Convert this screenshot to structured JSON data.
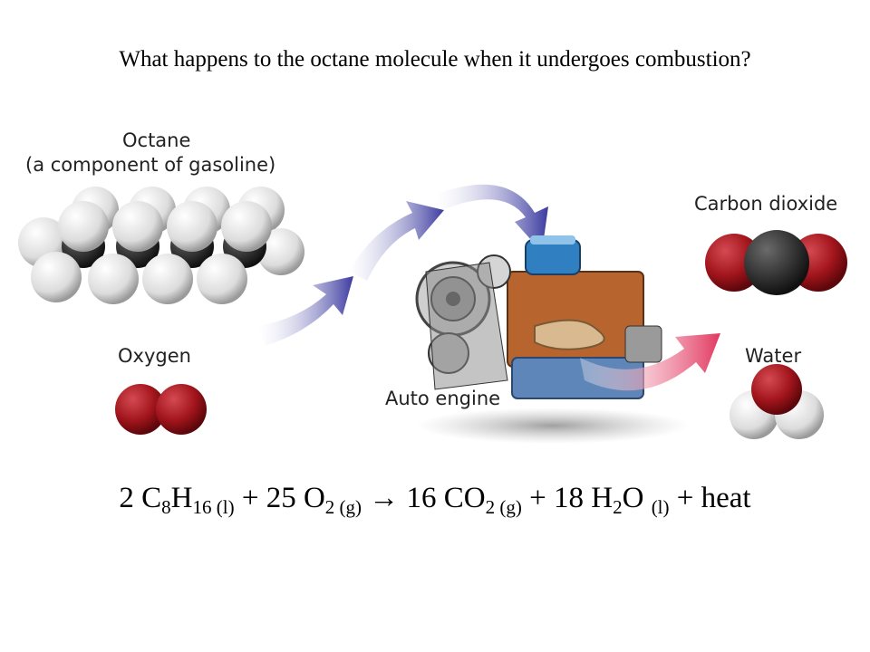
{
  "question": "What happens to the octane molecule when it undergoes combustion?",
  "labels": {
    "octane_title": "Octane",
    "octane_subtitle": "(a component of gasoline)",
    "oxygen": "Oxygen",
    "auto_engine": "Auto engine",
    "carbon_dioxide": "Carbon dioxide",
    "water": "Water"
  },
  "equation": {
    "coef1": "2 C",
    "c_sub": "8",
    "h": "H",
    "h_sub": "16",
    "state1": " (l)",
    "plus1": " + 25 O",
    "o_sub": "2",
    "state2": " (g)",
    "arrow": "→",
    "co2": " 16 CO",
    "co2_sub": "2",
    "state3": " (g)",
    "plus2": " + 18 H",
    "h2o_sub": "2",
    "o": "O ",
    "state4": "(l)",
    "tail": " + heat"
  },
  "colors": {
    "carbon": "#2a2a2a",
    "hydrogen": "#e6e6e6",
    "oxygen": "#a3151c",
    "blue_arrow": "#3b3aa0",
    "pink_arrow": "#e2375f"
  }
}
